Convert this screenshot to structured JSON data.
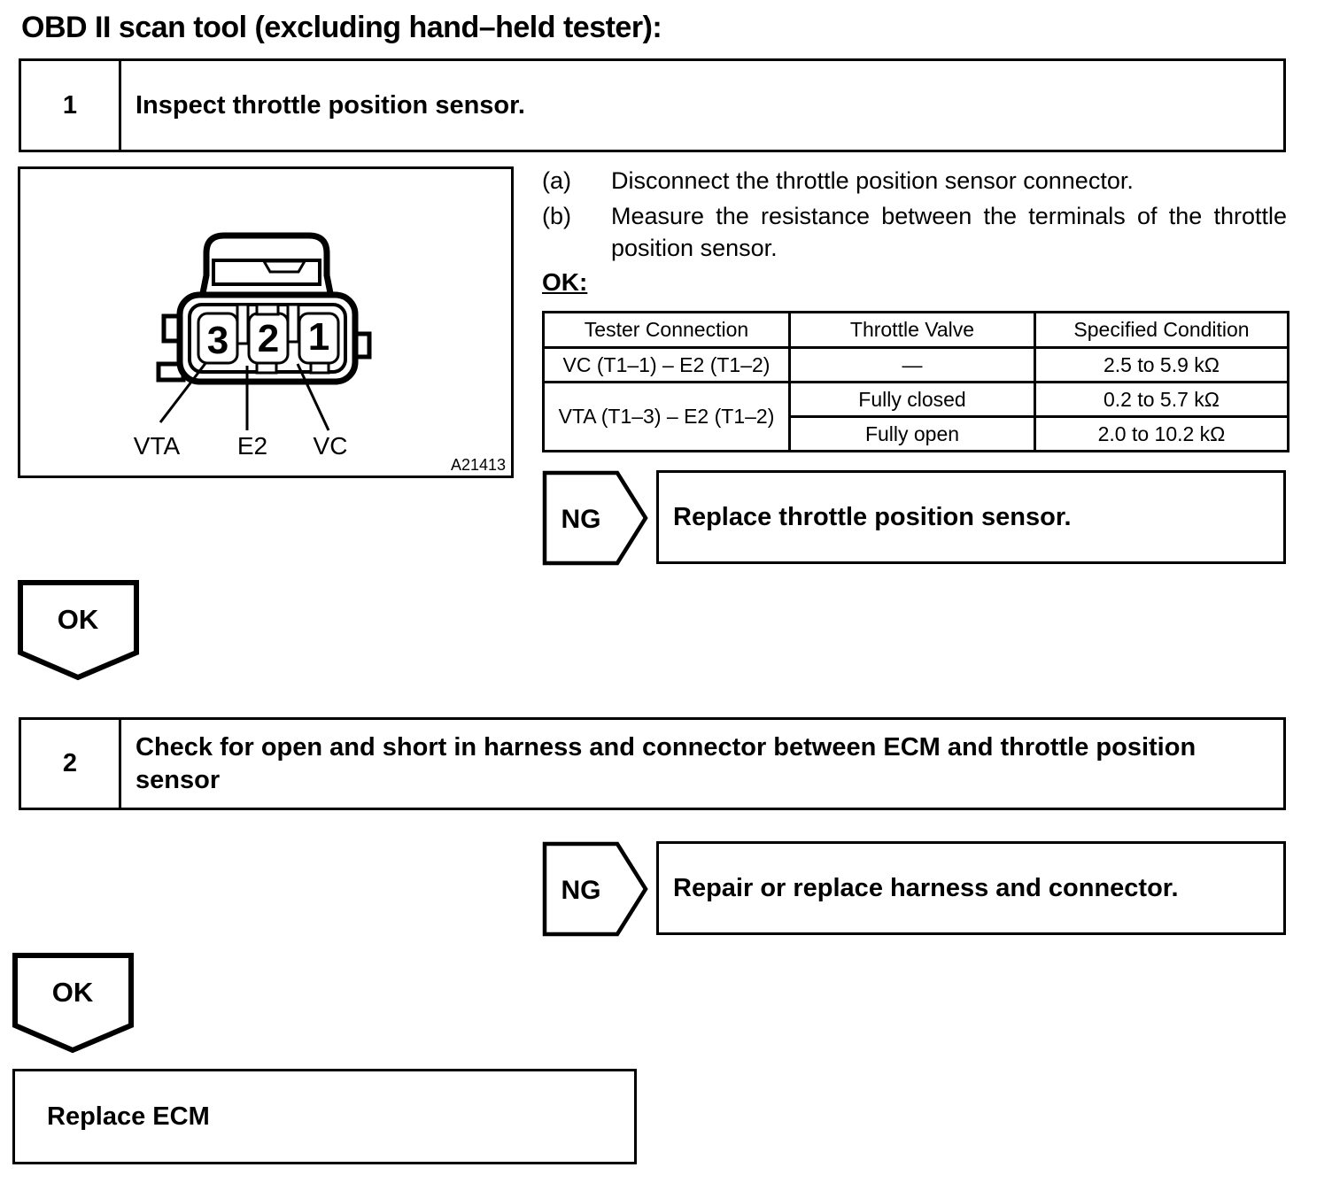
{
  "title": "OBD II scan tool (excluding hand–held tester):",
  "step1": {
    "number": "1",
    "label": "Inspect throttle position sensor."
  },
  "figure": {
    "code": "A21413",
    "pin1": "1",
    "pin2": "2",
    "pin3": "3",
    "label_vta": "VTA",
    "label_e2": "E2",
    "label_vc": "VC"
  },
  "instructions": {
    "a_marker": "(a)",
    "a_text": "Disconnect the throttle position sensor connector.",
    "b_marker": "(b)",
    "b_text": "Measure the resistance between the terminals of the throttle position sensor.",
    "ok_heading": "OK:"
  },
  "table": {
    "headers": [
      "Tester Connection",
      "Throttle Valve",
      "Specified Condition"
    ],
    "rows": [
      {
        "tester_connection": "VC (T1–1) – E2 (T1–2)",
        "throttle_valve": "—",
        "specified_condition": "2.5 to 5.9 kΩ"
      },
      {
        "tester_connection": "VTA (T1–3) – E2 (T1–2)",
        "throttle_valve": "Fully closed",
        "specified_condition": "0.2 to 5.7 kΩ"
      },
      {
        "tester_connection": "VTA (T1–3) – E2 (T1–2)",
        "throttle_valve": "Fully open",
        "specified_condition": "2.0 to 10.2 kΩ"
      }
    ]
  },
  "ng1": {
    "label": "NG",
    "action": "Replace throttle position sensor."
  },
  "ok1": {
    "label": "OK"
  },
  "step2": {
    "number": "2",
    "label": "Check for open and short in harness and connector between ECM and throttle position sensor"
  },
  "ng2": {
    "label": "NG",
    "action": "Repair or replace harness and connector."
  },
  "ok2": {
    "label": "OK"
  },
  "final": {
    "action": "Replace ECM"
  }
}
